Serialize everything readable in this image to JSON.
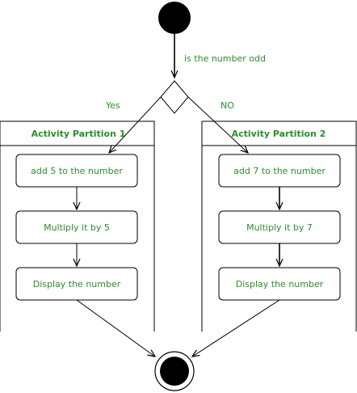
{
  "decision": {
    "question": "is the number odd",
    "yes_label": "Yes",
    "no_label": "NO"
  },
  "partitions": [
    {
      "title": "Activity Partition 1",
      "activities": [
        "add 5 to the number",
        "Multiply it by 5",
        "Display the number"
      ]
    },
    {
      "title": "Activity Partition 2",
      "activities": [
        "add 7 to the number",
        "Multiply it by 7",
        "Display the number"
      ]
    }
  ],
  "colors": {
    "text": "#2e8b2e",
    "stroke": "#000000",
    "node_fill": "#000000"
  }
}
